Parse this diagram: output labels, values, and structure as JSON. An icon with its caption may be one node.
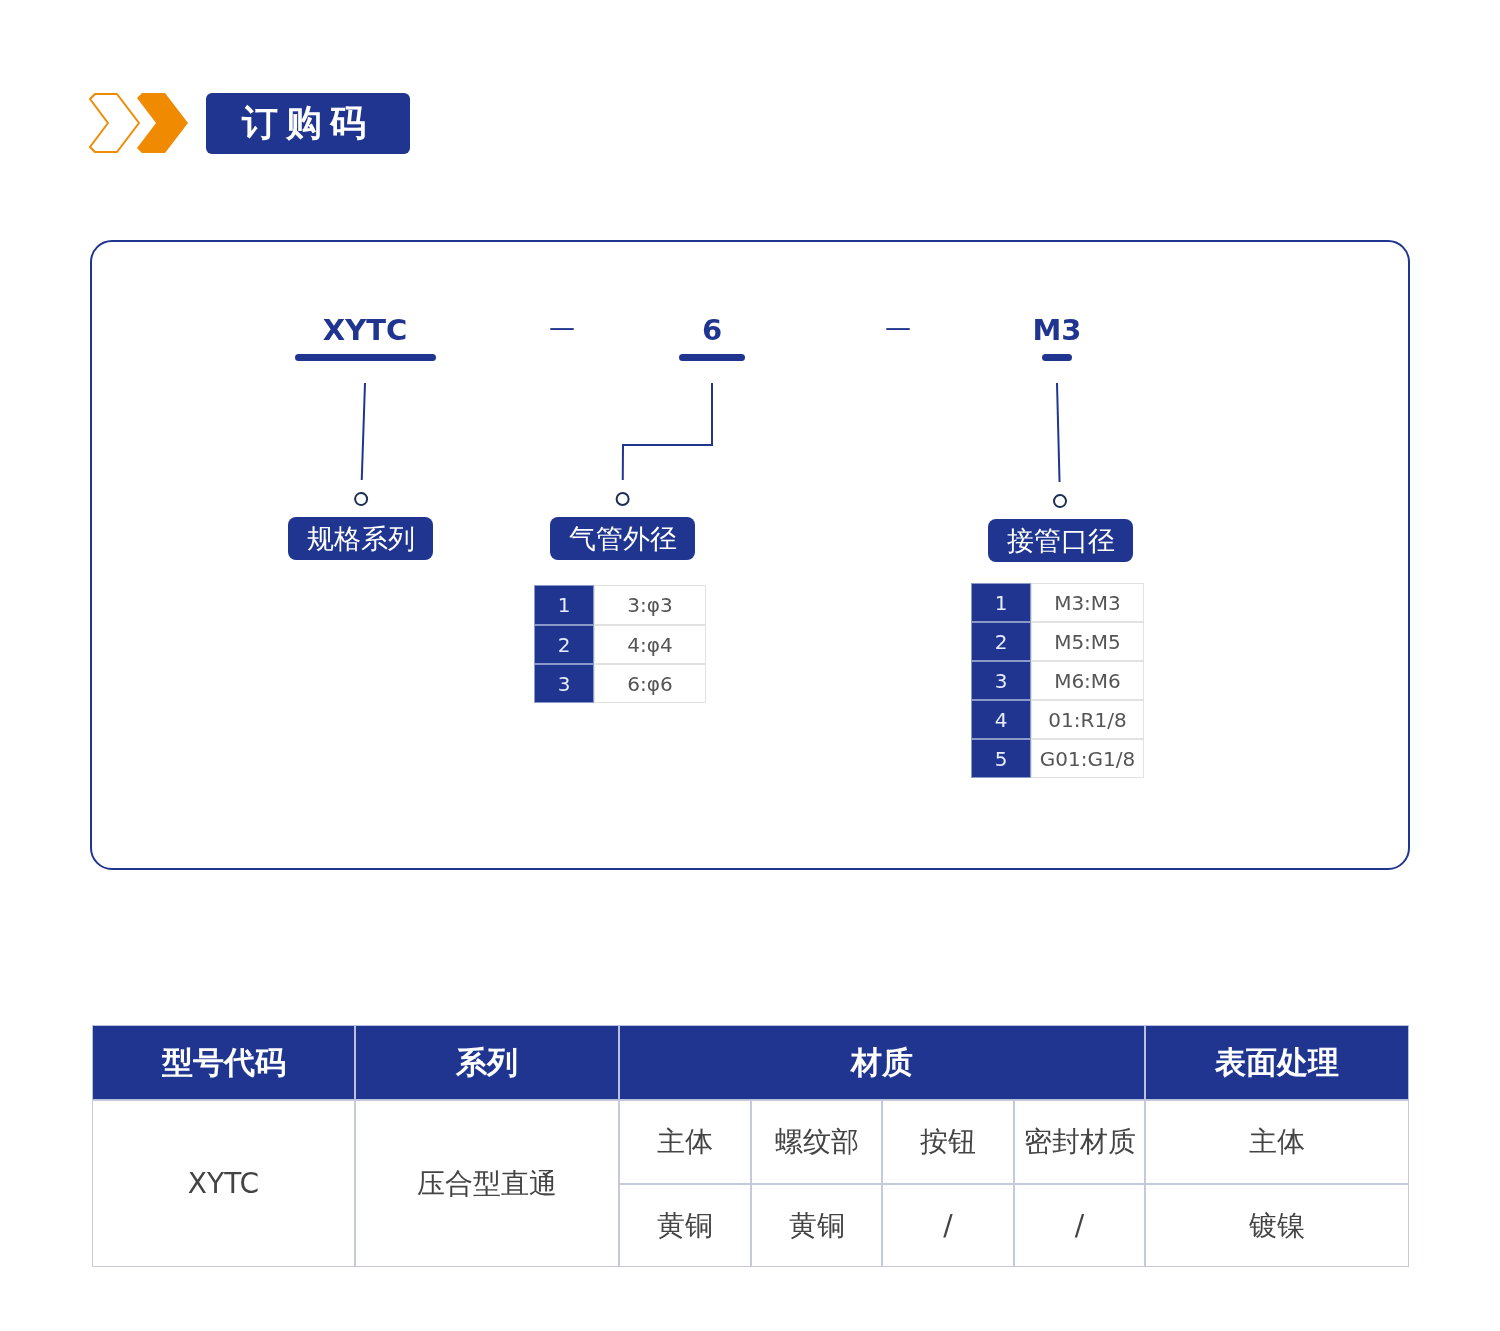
{
  "diagram": {
    "title": "订购码",
    "nodes": [
      {
        "text": [
          "XYTC"
        ]
      },
      {
        "text": [
          "6"
        ]
      },
      {
        "text": [
          "M3"
        ]
      },
      {
        "text": [
          "规格系列"
        ]
      },
      {
        "text": [
          "气管外径"
        ]
      },
      {
        "text": [
          "接管口径"
        ]
      }
    ],
    "edges": [
      {
        "from": 0,
        "to": 3,
        "arrow": "other"
      },
      {
        "from": 1,
        "to": 4,
        "arrow": "other"
      },
      {
        "from": 2,
        "to": 5,
        "arrow": "other"
      }
    ],
    "labels": [
      "—",
      "—",
      "1",
      "3:φ3",
      "2",
      "4:φ4",
      "3",
      "6:φ6",
      "1",
      "M3:M3",
      "2",
      "M5:M5",
      "3",
      "M6:M6",
      "4",
      "01:R1/8",
      "5",
      "G01:G1/8",
      "型号代码",
      "系列",
      "材质",
      "表面处理",
      "XYTC",
      "压合型直通",
      "主体",
      "螺纹部",
      "按钮",
      "密封材质",
      "主体",
      "黄铜",
      "黄铜",
      "/",
      "/",
      "镀镍"
    ]
  }
}
